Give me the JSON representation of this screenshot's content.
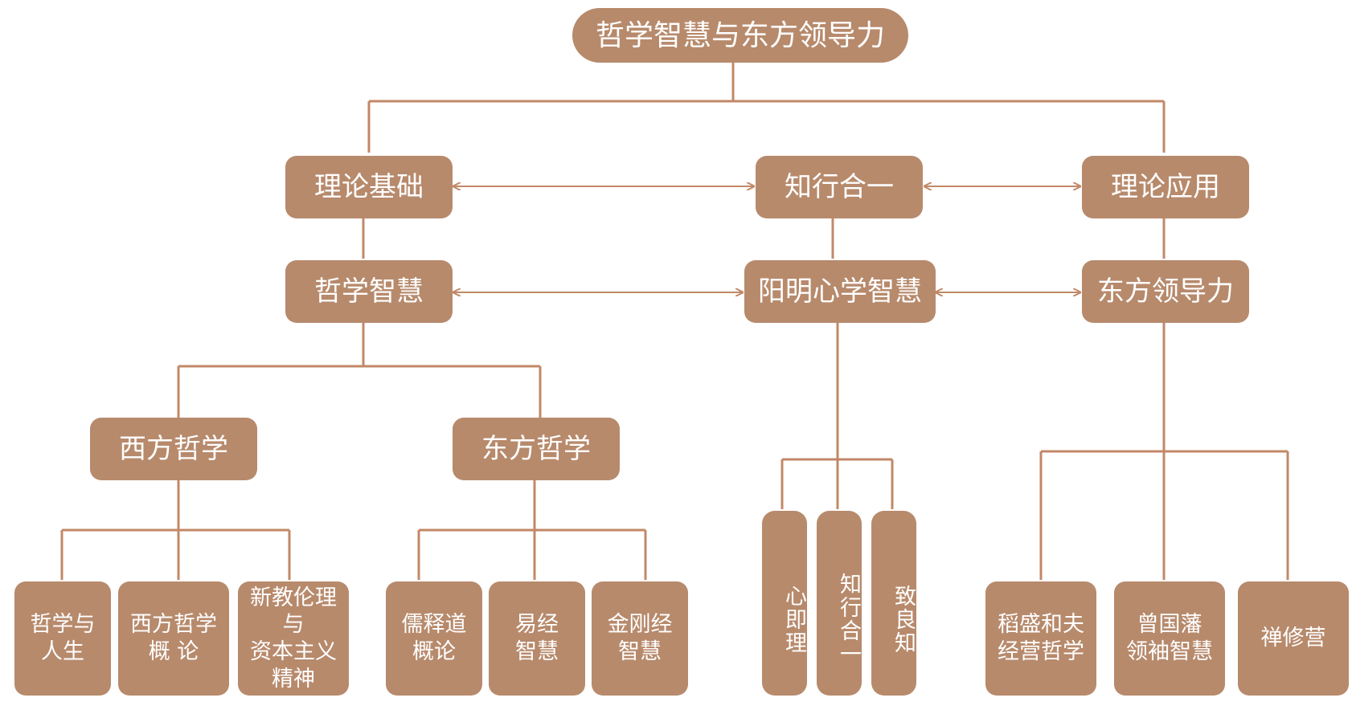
{
  "colors": {
    "node": "#b78a6c",
    "line": "#c28867",
    "text": "#ffffff"
  },
  "root": "哲学智慧与东方领导力",
  "level1": {
    "left": "理论基础",
    "center": "知行合一",
    "right": "理论应用"
  },
  "level2": {
    "left": "哲学智慧",
    "center": "阳明心学智慧",
    "right": "东方领导力"
  },
  "level3": {
    "western": "西方哲学",
    "eastern": "东方哲学"
  },
  "leaves": {
    "western": [
      "哲学与\n人生",
      "西方哲学\n概 论",
      "新教伦理与\n资本主义\n精神"
    ],
    "eastern": [
      "儒释道\n概论",
      "易经\n智慧",
      "金刚经\n智慧"
    ],
    "yangming": [
      "心即理",
      "知行合一",
      "致良知"
    ],
    "leadership": [
      "稻盛和夫\n经营哲学",
      "曾国藩\n领袖智慧",
      "禅修营"
    ]
  }
}
